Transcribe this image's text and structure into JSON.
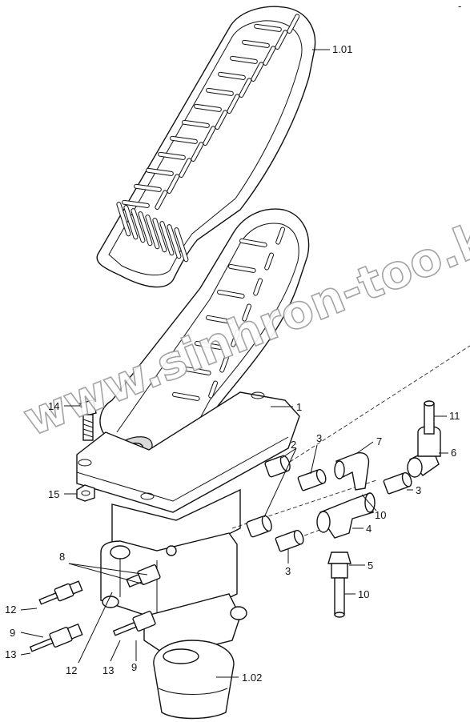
{
  "watermark": "www.sinhron-too.kz",
  "corner_mark": "-",
  "callouts": [
    {
      "id": "c101",
      "text": "1.01"
    },
    {
      "id": "c1",
      "text": "1"
    },
    {
      "id": "c14",
      "text": "14"
    },
    {
      "id": "c15",
      "text": "15"
    },
    {
      "id": "c2",
      "text": "2"
    },
    {
      "id": "c3a",
      "text": "3"
    },
    {
      "id": "c7",
      "text": "7"
    },
    {
      "id": "c11",
      "text": "11"
    },
    {
      "id": "c6",
      "text": "6"
    },
    {
      "id": "c3b",
      "text": "3"
    },
    {
      "id": "c10a",
      "text": "10"
    },
    {
      "id": "c4",
      "text": "4"
    },
    {
      "id": "c5",
      "text": "5"
    },
    {
      "id": "c10b",
      "text": "10"
    },
    {
      "id": "c3c",
      "text": "3"
    },
    {
      "id": "c8",
      "text": "8"
    },
    {
      "id": "c12a",
      "text": "12"
    },
    {
      "id": "c9a",
      "text": "9"
    },
    {
      "id": "c13a",
      "text": "13"
    },
    {
      "id": "c12b",
      "text": "12"
    },
    {
      "id": "c13b",
      "text": "13"
    },
    {
      "id": "c9b",
      "text": "9"
    },
    {
      "id": "c102",
      "text": "1.02"
    }
  ]
}
